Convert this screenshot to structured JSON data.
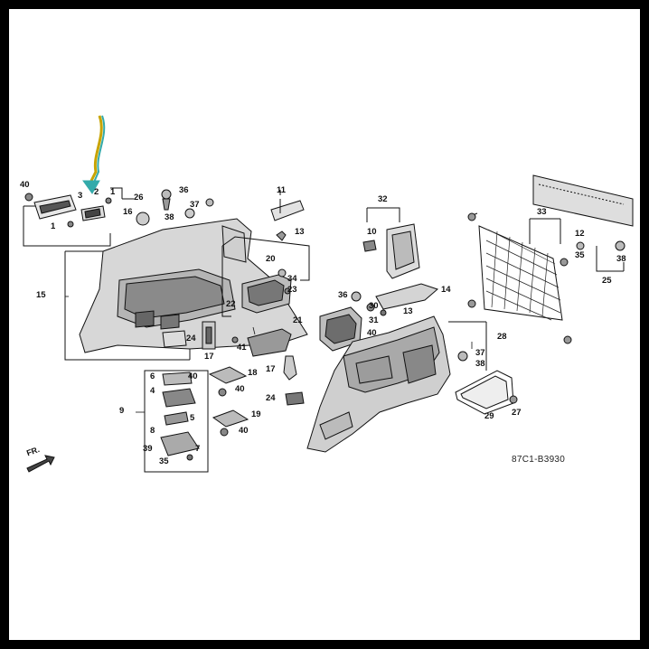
{
  "diagram_code": "87C1-B3930",
  "direction_label": "FR.",
  "labels": [
    {
      "id": "p40a",
      "text": "40"
    },
    {
      "id": "p3",
      "text": "3"
    },
    {
      "id": "p2",
      "text": "2"
    },
    {
      "id": "p1a",
      "text": "1"
    },
    {
      "id": "p26",
      "text": "26"
    },
    {
      "id": "p1b",
      "text": "1"
    },
    {
      "id": "p36a",
      "text": "36"
    },
    {
      "id": "p37a",
      "text": "37"
    },
    {
      "id": "p16",
      "text": "16"
    },
    {
      "id": "p38a",
      "text": "38"
    },
    {
      "id": "p11",
      "text": "11"
    },
    {
      "id": "p13a",
      "text": "13"
    },
    {
      "id": "p32",
      "text": "32"
    },
    {
      "id": "p10",
      "text": "10"
    },
    {
      "id": "p20",
      "text": "20"
    },
    {
      "id": "p34",
      "text": "34"
    },
    {
      "id": "p23",
      "text": "23"
    },
    {
      "id": "p22",
      "text": "22"
    },
    {
      "id": "p21",
      "text": "21"
    },
    {
      "id": "p15",
      "text": "15"
    },
    {
      "id": "p24a",
      "text": "24"
    },
    {
      "id": "p17a",
      "text": "17"
    },
    {
      "id": "p41",
      "text": "41"
    },
    {
      "id": "p36b",
      "text": "36"
    },
    {
      "id": "p30",
      "text": "30"
    },
    {
      "id": "p13b",
      "text": "13"
    },
    {
      "id": "p14",
      "text": "14"
    },
    {
      "id": "p31",
      "text": "31"
    },
    {
      "id": "p40b",
      "text": "40"
    },
    {
      "id": "p33",
      "text": "33"
    },
    {
      "id": "p12",
      "text": "12"
    },
    {
      "id": "p35a",
      "text": "35"
    },
    {
      "id": "p38b",
      "text": "38"
    },
    {
      "id": "p25",
      "text": "25"
    },
    {
      "id": "p28",
      "text": "28"
    },
    {
      "id": "p37b",
      "text": "37"
    },
    {
      "id": "p38c",
      "text": "38"
    },
    {
      "id": "p29",
      "text": "29"
    },
    {
      "id": "p27",
      "text": "27"
    },
    {
      "id": "p9",
      "text": "9"
    },
    {
      "id": "p6",
      "text": "6"
    },
    {
      "id": "p40c",
      "text": "40"
    },
    {
      "id": "p4",
      "text": "4"
    },
    {
      "id": "p5",
      "text": "5"
    },
    {
      "id": "p8",
      "text": "8"
    },
    {
      "id": "p39",
      "text": "39"
    },
    {
      "id": "p7",
      "text": "7"
    },
    {
      "id": "p35b",
      "text": "35"
    },
    {
      "id": "p18",
      "text": "18"
    },
    {
      "id": "p40d",
      "text": "40"
    },
    {
      "id": "p17b",
      "text": "17"
    },
    {
      "id": "p24b",
      "text": "24"
    },
    {
      "id": "p19",
      "text": "19"
    },
    {
      "id": "p40e",
      "text": "40"
    }
  ]
}
